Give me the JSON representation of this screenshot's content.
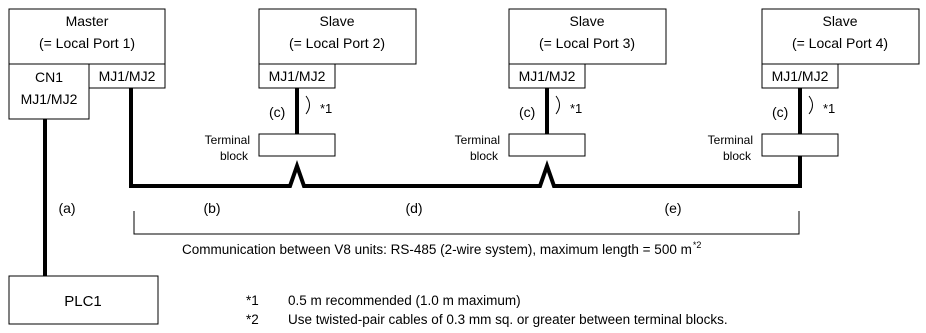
{
  "master": {
    "title": "Master",
    "subtitle": "(= Local Port 1)",
    "cn1_label": "CN1",
    "port_left": "MJ1/MJ2",
    "port_right": "MJ1/MJ2"
  },
  "slaves": [
    {
      "title": "Slave",
      "subtitle": "(= Local Port 2)",
      "port": "MJ1/MJ2"
    },
    {
      "title": "Slave",
      "subtitle": "(= Local Port 3)",
      "port": "MJ1/MJ2"
    },
    {
      "title": "Slave",
      "subtitle": "(= Local Port 4)",
      "port": "MJ1/MJ2"
    }
  ],
  "terminal_block": {
    "line1": "Terminal",
    "line2": "block"
  },
  "drop_cable": {
    "label": "(c)",
    "note": "*1"
  },
  "segments": {
    "a": "(a)",
    "b": "(b)",
    "d": "(d)",
    "e": "(e)"
  },
  "plc": {
    "label": "PLC1"
  },
  "communication": {
    "text": "Communication between V8 units: RS-485 (2-wire system), maximum length = 500 m",
    "sup": "*2"
  },
  "notes": [
    {
      "mark": "*1",
      "text": "0.5 m recommended (1.0 m maximum)"
    },
    {
      "mark": "*2",
      "text": "Use twisted-pair cables of 0.3 mm sq. or greater between terminal blocks."
    }
  ]
}
